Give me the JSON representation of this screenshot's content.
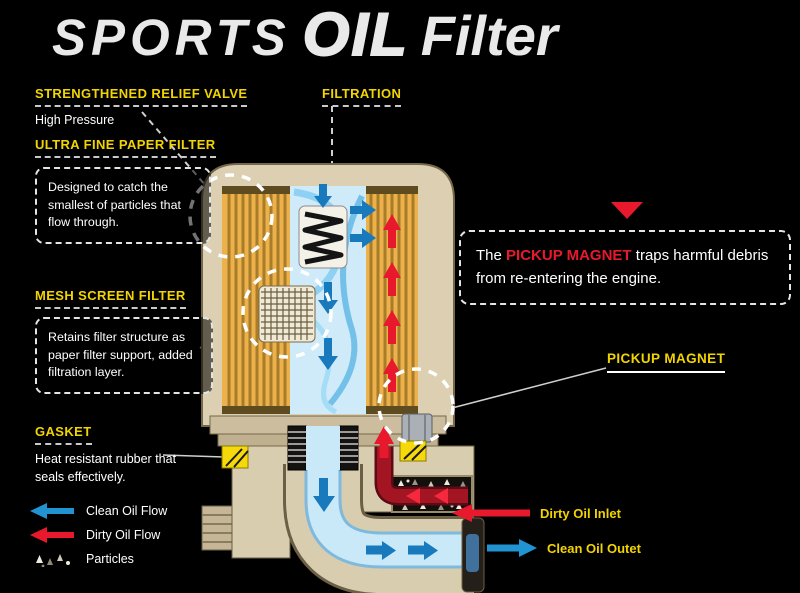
{
  "title": {
    "sports": "SPORTS",
    "oil": "OIL",
    "filter": "Filter"
  },
  "callouts": {
    "relief_valve": {
      "label": "STRENGTHENED RELIEF VALVE",
      "sub": "High Pressure"
    },
    "filtration": {
      "label": "FILTRATION"
    },
    "paper_filter": {
      "label": "ULTRA FINE PAPER FILTER",
      "desc": "Designed to catch the smallest of particles that flow through."
    },
    "mesh_filter": {
      "label": "MESH SCREEN FILTER",
      "desc": "Retains filter structure as paper filter support, added filtration layer."
    },
    "gasket": {
      "label": "GASKET",
      "desc": "Heat resistant rubber that seals effectively."
    },
    "magnet_note": {
      "lead": "The",
      "highlight": "PICKUP MAGNET",
      "rest": "traps harmful debris from re-entering the engine."
    },
    "pickup_magnet": {
      "label": "PICKUP MAGNET"
    }
  },
  "legend": {
    "items": [
      {
        "icon": "clean-oil-flow-arrow-icon",
        "label": "Clean Oil Flow"
      },
      {
        "icon": "dirty-oil-flow-arrow-icon",
        "label": "Dirty Oil Flow"
      },
      {
        "icon": "particles-icon",
        "label": "Particles"
      }
    ]
  },
  "flow_labels": {
    "inlet": "Dirty Oil Inlet",
    "outlet": "Clean Oil Outet"
  },
  "colors": {
    "background": "#000000",
    "label_yellow": "#f2d400",
    "clean_blue": "#2193d1",
    "dirty_red": "#e8192c",
    "shell_beige": "#d9cdb0",
    "filter_media": "#ecb14b"
  }
}
